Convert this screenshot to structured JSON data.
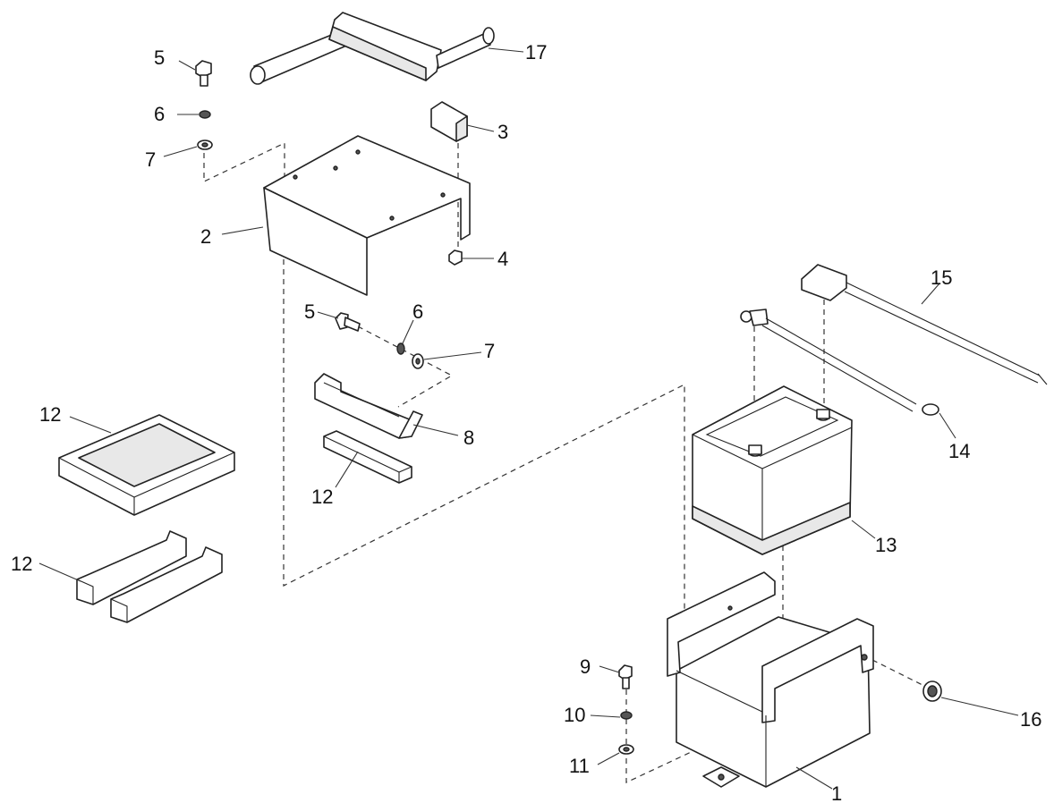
{
  "callouts": [
    {
      "id": "c17a",
      "text": "17"
    },
    {
      "id": "c5a",
      "text": "5"
    },
    {
      "id": "c6a",
      "text": "6"
    },
    {
      "id": "c7a",
      "text": "7"
    },
    {
      "id": "c3",
      "text": "3"
    },
    {
      "id": "c2",
      "text": "2"
    },
    {
      "id": "c4",
      "text": "4"
    },
    {
      "id": "c5b",
      "text": "5"
    },
    {
      "id": "c6b",
      "text": "6"
    },
    {
      "id": "c7b",
      "text": "7"
    },
    {
      "id": "c8",
      "text": "8"
    },
    {
      "id": "c12a",
      "text": "12"
    },
    {
      "id": "c12b",
      "text": "12"
    },
    {
      "id": "c12c",
      "text": "12"
    },
    {
      "id": "c15",
      "text": "15"
    },
    {
      "id": "c14",
      "text": "14"
    },
    {
      "id": "c13",
      "text": "13"
    },
    {
      "id": "c9",
      "text": "9"
    },
    {
      "id": "c10",
      "text": "10"
    },
    {
      "id": "c11",
      "text": "11"
    },
    {
      "id": "c16",
      "text": "16"
    },
    {
      "id": "c1",
      "text": "1"
    }
  ]
}
